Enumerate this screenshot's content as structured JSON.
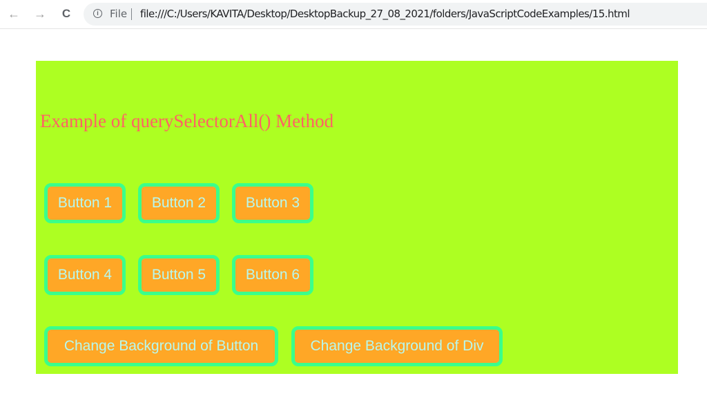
{
  "browser": {
    "back_icon": "←",
    "forward_icon": "→",
    "reload_icon": "C",
    "info_icon": "i",
    "scheme_label": "File",
    "url": "file:///C:/Users/KAVITA/Desktop/DesktopBackup_27_08_2021/folders/JavaScriptCodeExamples/15.html"
  },
  "page": {
    "heading": "Example of querySelectorAll() Method",
    "buttons": [
      {
        "label": "Button 1"
      },
      {
        "label": "Button 2"
      },
      {
        "label": "Button 3"
      },
      {
        "label": "Button 4"
      },
      {
        "label": "Button 5"
      },
      {
        "label": "Button 6"
      }
    ],
    "action_buttons": {
      "change_button_bg": "Change Background of Button",
      "change_div_bg": "Change Background of Div"
    }
  },
  "colors": {
    "div_background": "#adff22",
    "heading": "#ff6363",
    "button_fill": "#ffa726",
    "button_border": "#3aff8b",
    "button_text": "#b7f8ee"
  }
}
